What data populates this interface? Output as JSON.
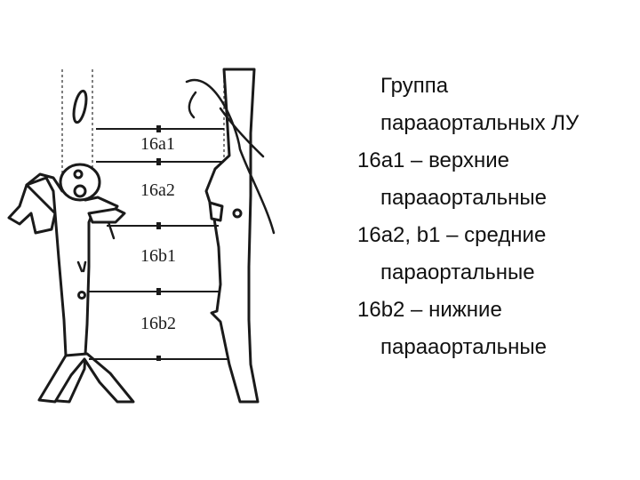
{
  "diagram": {
    "levels": {
      "l16a1": "16a1",
      "l16a2": "16a2",
      "l16b1": "16b1",
      "l16b2": "16b2"
    }
  },
  "text": {
    "heading_line1": "Группа",
    "heading_line2": "парааортальных ЛУ",
    "item1_line1": "16a1 – верхние",
    "item1_line2": "парааортальные",
    "item2_line1": "16a2, b1 – средние",
    "item2_line2": "параортальные",
    "item3_line1": "16b2 – нижние",
    "item3_line2": "парааортальные"
  }
}
